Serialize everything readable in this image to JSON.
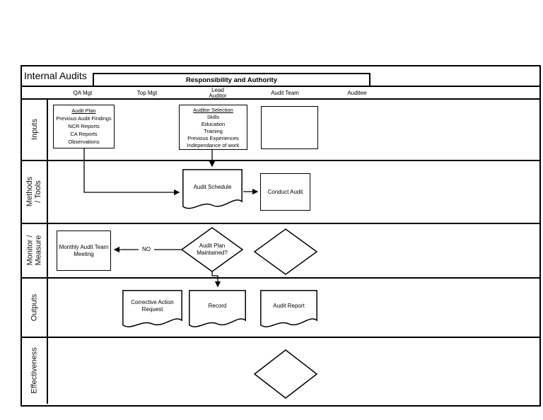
{
  "title": "Internal Audits",
  "banner": "Responsibility and Authority",
  "columns": [
    "QA Mgt",
    "Top Mgt",
    "Lead\nAuditor",
    "Audit Team",
    "Auditee"
  ],
  "rows": [
    "Inputs",
    "Methods / Tools",
    "Monitor /\nMeasure",
    "Outputs",
    "Effectiveness"
  ],
  "nodes": {
    "audit_plan": {
      "title": "Audit Plan",
      "lines": [
        "Previous Audit Findings",
        "NCR Reports",
        "CA Reports",
        "Observations"
      ]
    },
    "auditor_selection": {
      "title": "Auditor Selection",
      "lines": [
        "Skills",
        "Education",
        "Training",
        "Previous Experiences",
        "Independance of work"
      ]
    },
    "audit_schedule": "Audit Schedule",
    "conduct_audit": "Conduct Audit",
    "monthly_audit_team_meeting": "Monthly Audit Team\nMeeting",
    "audit_plan_maintained": "Audit Plan\nMaintained?",
    "corrective_action_request": "Corrective Action\nRequest",
    "record": "Record",
    "audit_report": "Audit Report"
  },
  "connector_labels": {
    "no": "NO"
  },
  "colors": {
    "line": "#000000",
    "background": "#ffffff",
    "text": "#000000"
  }
}
